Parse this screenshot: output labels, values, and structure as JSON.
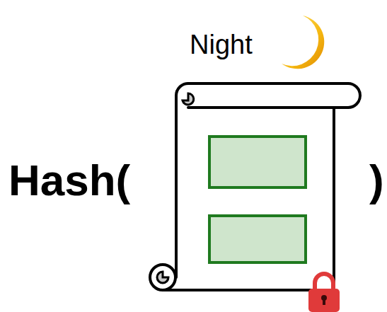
{
  "diagram": {
    "labels": [
      "Night",
      "Hash(",
      ")"
    ]
  }
}
